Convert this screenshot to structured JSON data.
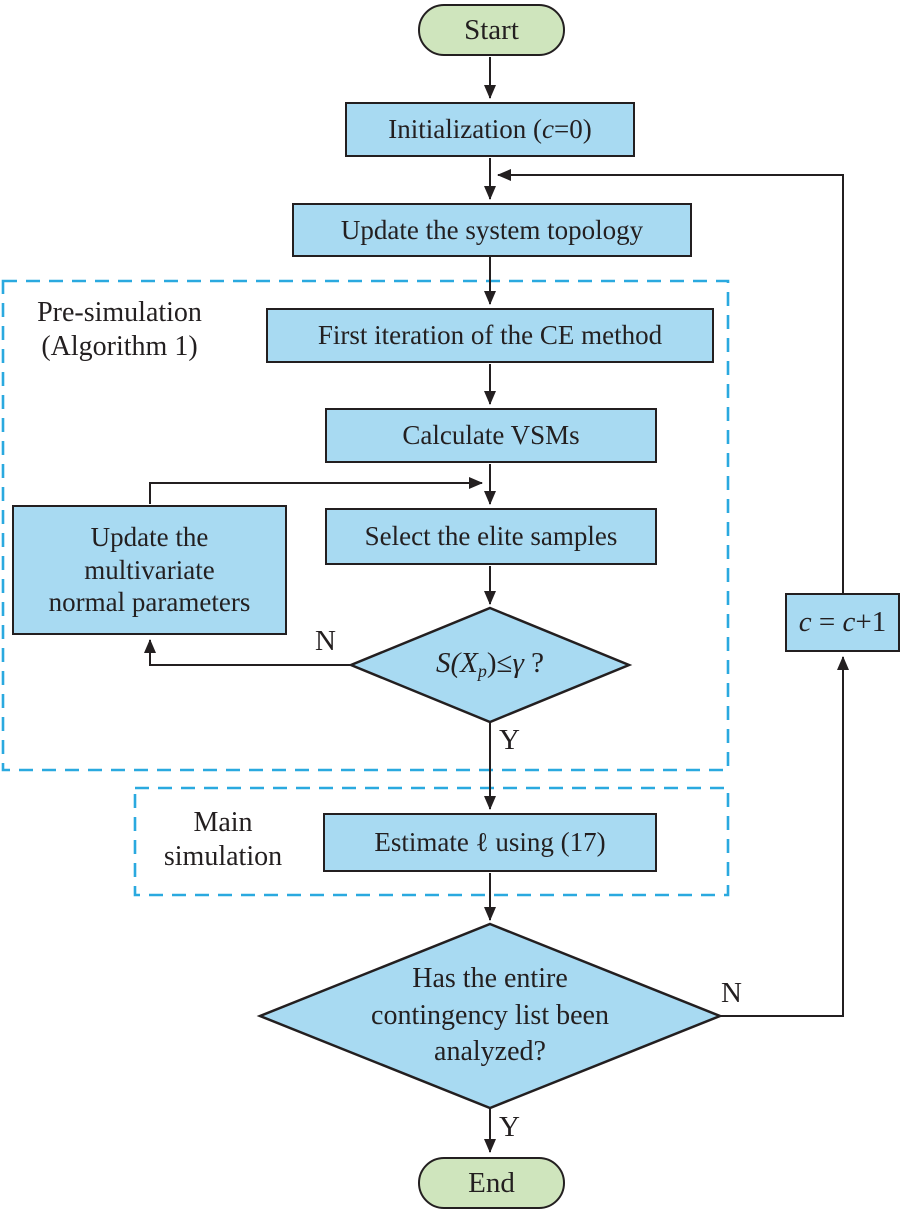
{
  "figure": {
    "type": "flowchart",
    "description": "Cross-entropy based voltage-stability simulation flowchart"
  },
  "nodes": {
    "start": {
      "label": "Start"
    },
    "initialization": {
      "p1": "Initialization (",
      "v": "c",
      "p2": "=0)"
    },
    "update_topology": {
      "label": "Update the system topology"
    },
    "first_iteration": {
      "label": "First iteration of the CE method"
    },
    "calculate_vsms": {
      "label": "Calculate VSMs"
    },
    "select_elite": {
      "label": "Select the elite samples"
    },
    "update_params": {
      "lines": [
        "Update the",
        "multivariate",
        "normal parameters"
      ]
    },
    "decision_vsm": {
      "p1": "S(X",
      "sub": "p",
      "p2": ")≤",
      "p3": "γ",
      "p4": " ?"
    },
    "estimate": {
      "label": "Estimate ℓ using (17)"
    },
    "decision_contingency": {
      "lines": [
        "Has the entire",
        "contingency list been",
        "analyzed?"
      ]
    },
    "counter": {
      "p1": "c",
      "p2": " = ",
      "p3": "c",
      "p4": "+1"
    },
    "end": {
      "label": "End"
    }
  },
  "regions": {
    "pre_simulation": {
      "lines": [
        "Pre-simulation",
        "(Algorithm 1)"
      ]
    },
    "main_simulation": {
      "lines": [
        "Main",
        "simulation"
      ]
    }
  },
  "edge_labels": {
    "n_vsm": "N",
    "y_vsm": "Y",
    "n_contingency": "N",
    "y_contingency": "Y"
  },
  "colors": {
    "process_fill": "#a8daf2",
    "terminal_fill": "#cfe5bd",
    "stroke": "#231f20",
    "dashed": "#2aa9df",
    "text": "#231f20",
    "background": "#ffffff"
  }
}
